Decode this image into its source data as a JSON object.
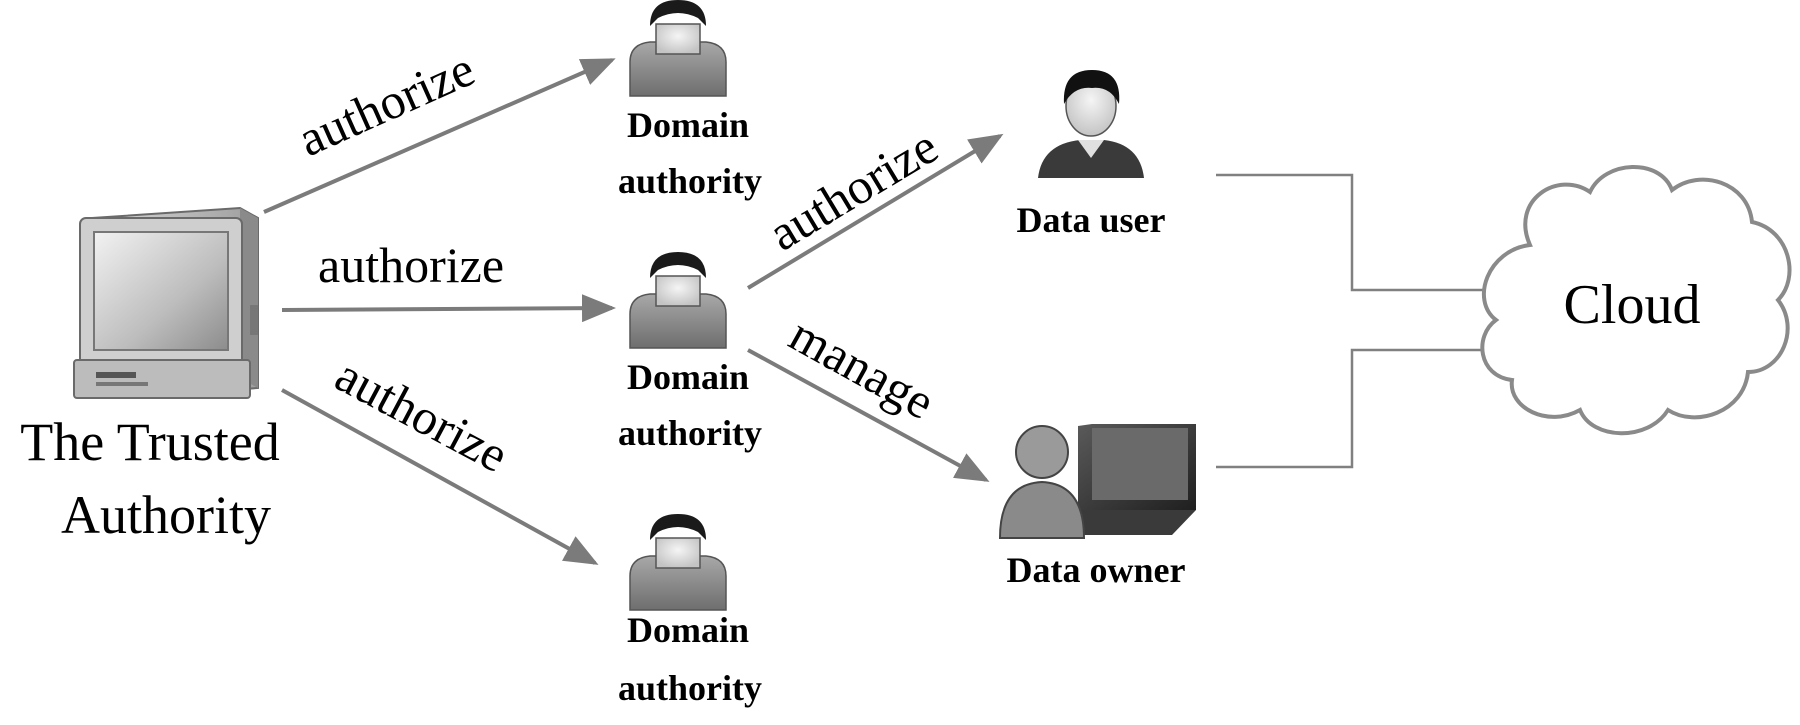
{
  "trusted_authority": {
    "label_line1": "The Trusted",
    "label_line2": "Authority",
    "icon": "computer-icon"
  },
  "domain_authorities": [
    {
      "line1": "Domain",
      "line2": "authority",
      "icon": "person-icon"
    },
    {
      "line1": "Domain",
      "line2": "authority",
      "icon": "person-icon"
    },
    {
      "line1": "Domain",
      "line2": "authority",
      "icon": "person-icon"
    }
  ],
  "data_user": {
    "label": "Data user",
    "icon": "user-avatar-icon"
  },
  "data_owner": {
    "label": "Data owner",
    "icon": "user-laptop-icon"
  },
  "cloud": {
    "label": "Cloud",
    "icon": "cloud-icon"
  },
  "edges": {
    "ta_to_da_top": "authorize",
    "ta_to_da_mid": "authorize",
    "ta_to_da_bottom": "authorize",
    "da_to_user": "authorize",
    "da_to_owner": "manage"
  },
  "colors": {
    "arrow": "#7b7b7b",
    "connector": "#808080",
    "background": "#ffffff"
  }
}
